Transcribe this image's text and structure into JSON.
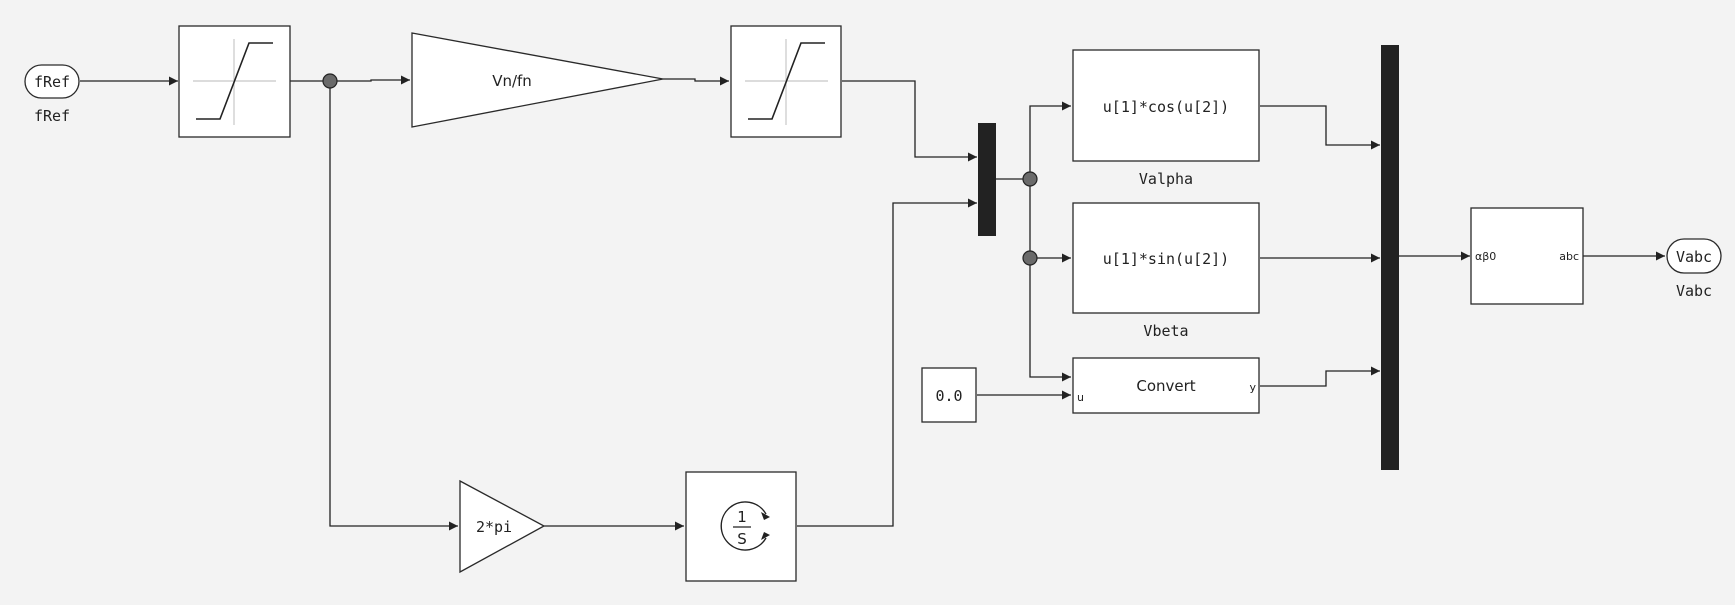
{
  "ports": {
    "fref": {
      "label": "fRef",
      "caption": "fRef"
    },
    "vabc": {
      "label": "Vabc",
      "caption": "Vabc"
    }
  },
  "blocks": {
    "gain_vf": {
      "label": "Vn/fn"
    },
    "gain_2pi": {
      "label": "2*pi"
    },
    "integrator": {
      "numerator": "1",
      "denominator": "S"
    },
    "fcn_alpha": {
      "expression": "u[1]*cos(u[2])",
      "caption": "Valpha"
    },
    "fcn_beta": {
      "expression": "u[1]*sin(u[2])",
      "caption": "Vbeta"
    },
    "constant": {
      "value": "0.0"
    },
    "convert": {
      "label": "Convert",
      "in_port": "u",
      "out_port": "y"
    },
    "transform": {
      "in_port": "αβ0",
      "out_port": "abc"
    }
  }
}
